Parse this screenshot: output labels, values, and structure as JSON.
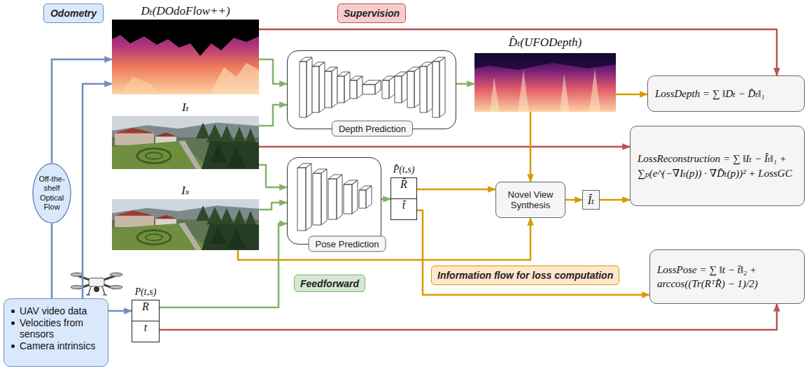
{
  "diagram": {
    "nodes": [
      {
        "text": [
          "Odometry"
        ]
      },
      {
        "text": [
          "Dₜ(DOdoFlow++)"
        ]
      },
      {
        "text": [
          "Supervision"
        ]
      },
      {
        "text": [
          "Depth Prediction"
        ]
      },
      {
        "text": [
          "D̂ₜ(UFODepth)"
        ]
      },
      {
        "text": [
          "LossDepth = ∑ ‖Dₜ − D̂ₜ‖₁"
        ]
      },
      {
        "text": [
          "Iₜ"
        ]
      },
      {
        "text": [
          "LossReconstruction = ∑ ‖Iₜ − Îₜ‖₁ + ∑ₚ(e^(−∇Iₜ(p)) · ∇D̂ₜ(p))² + LossGC"
        ]
      },
      {
        "text": [
          "Off-the-shelf Optical Flow"
        ]
      },
      {
        "text": [
          "Pose Prediction"
        ]
      },
      {
        "text": [
          "P̂(t,s)",
          "R̂",
          "t̂"
        ]
      },
      {
        "text": [
          "Novel View Synthesis"
        ]
      },
      {
        "text": [
          "Îₜ"
        ]
      },
      {
        "text": [
          "Iₛ"
        ]
      },
      {
        "text": [
          "LossPose = ∑ ‖t − t̂‖₂ + arccos((Tr(RᵀR̂) − 1)/2)"
        ]
      },
      {
        "text": [
          "Information flow for loss computation"
        ]
      },
      {
        "text": [
          "Feedforward"
        ]
      },
      {
        "text": [
          "P(t,s)",
          "R",
          "t"
        ]
      },
      {
        "text": [
          "UAV video data",
          "Velocities from sensors",
          "Camera intrinsics"
        ]
      }
    ],
    "edges": [
      {
        "from": 18,
        "to": 8,
        "arrow": "none"
      },
      {
        "from": 8,
        "to": 1,
        "arrow": "to"
      },
      {
        "from": 18,
        "to": 1,
        "arrow": "to"
      },
      {
        "from": 18,
        "to": 17,
        "arrow": "to"
      },
      {
        "from": 1,
        "to": 3,
        "arrow": "to"
      },
      {
        "from": 6,
        "to": 3,
        "arrow": "to"
      },
      {
        "from": 3,
        "to": 4,
        "arrow": "to"
      },
      {
        "from": 6,
        "to": 9,
        "arrow": "to"
      },
      {
        "from": 13,
        "to": 9,
        "arrow": "to"
      },
      {
        "from": 17,
        "to": 9,
        "arrow": "to"
      },
      {
        "from": 9,
        "to": 10,
        "arrow": "to"
      },
      {
        "from": 1,
        "to": 5,
        "arrow": "to"
      },
      {
        "from": 6,
        "to": 7,
        "arrow": "to"
      },
      {
        "from": 17,
        "to": 14,
        "arrow": "to"
      },
      {
        "from": 4,
        "to": 5,
        "arrow": "to"
      },
      {
        "from": 4,
        "to": 11,
        "arrow": "to"
      },
      {
        "from": 10,
        "to": 11,
        "arrow": "to"
      },
      {
        "from": 13,
        "to": 11,
        "arrow": "to"
      },
      {
        "from": 11,
        "to": 12,
        "arrow": "to"
      },
      {
        "from": 12,
        "to": 7,
        "arrow": "to"
      },
      {
        "from": 10,
        "to": 14,
        "arrow": "to"
      }
    ]
  }
}
